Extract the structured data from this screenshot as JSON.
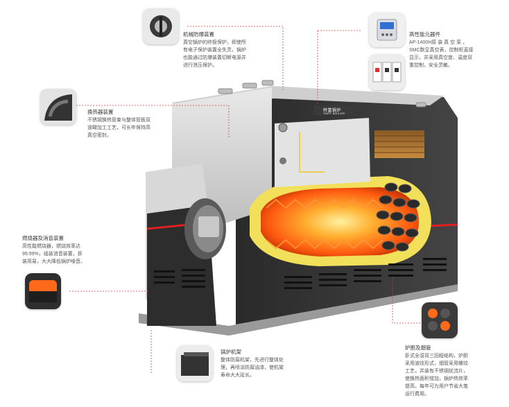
{
  "brand": {
    "logo_cn": "特富锅炉",
    "logo_en": "TUFF BOILER"
  },
  "callouts": {
    "mechanical": {
      "title": "机械防爆装置",
      "desc": "真空锅炉的终极保护，即使所\n有电子保护装置全失灵，锅炉\n也能通过防爆装置切断电源并\n进行泄压保护。"
    },
    "components": {
      "title": "高性能元器件",
      "desc": "AP-1400H原 装 真 空 泵 ，\nSMC数显真空表，控制柜直接\n显示，并采用真空度、温度双\n重控制，安全灵敏。"
    },
    "heat_exchanger": {
      "title": "换热器装置",
      "desc": "不锈钢换热管束与整体管板双\n道瞰加工工艺，可长年保持高\n真空密封。"
    },
    "burner": {
      "title": "燃烧器及消音装置",
      "desc": "高性能燃烧器，燃烧效率达\n99.99%，组装消音装置，拆\n装简易，大大降低锅炉噪音。"
    },
    "frame": {
      "title": "锅炉机架",
      "desc": "整体防腐机架，先进行整体处\n理，再喷涂防腐油漆，使机架\n寿命大大延长。"
    },
    "furnace": {
      "title": "炉胆及烟管",
      "desc": "卧式全湿背三回程结构，炉胆\n采用波纹形式，烟管采用螺纹\n工艺，并装有不锈钢扰流片，\n使换热面积增加，锅炉热效率\n提高，每年可为用户节省大笔\n运行费用。"
    }
  },
  "icons": {
    "mechanical": "valve-icon",
    "gauge": "gauge-display-icon",
    "breakers": "circuit-breaker-icon",
    "heat_exchanger": "tube-sheet-icon",
    "burner": "burner-icon",
    "frame": "frame-beam-icon",
    "furnace": "fire-tube-icon"
  },
  "colors": {
    "callout_line": "#d23b3b",
    "boiler_body": "#333333",
    "boiler_panel": "#d9d9d9",
    "flame": "#ff7a1a",
    "insulation": "#f2e05a",
    "accent_red": "#e02020"
  }
}
